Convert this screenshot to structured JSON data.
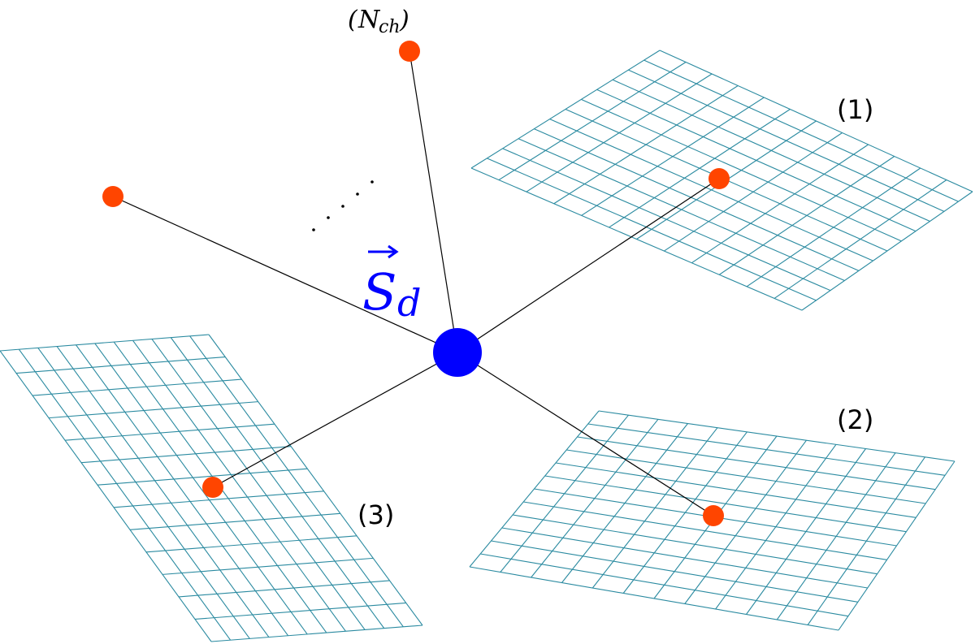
{
  "colors": {
    "lattice": "#2a8aa0",
    "central_spin": "#0000ff",
    "bath_spin": "#ff4500",
    "bond": "#000000",
    "spin_label": "#0000ff"
  },
  "labels": {
    "central_spin": {
      "symbol": "S",
      "subscript": "d"
    },
    "lattice_1": "(1)",
    "lattice_2": "(2)",
    "lattice_3": "(3)",
    "top_channel": {
      "symbol": "N",
      "subscript": "ch"
    }
  }
}
